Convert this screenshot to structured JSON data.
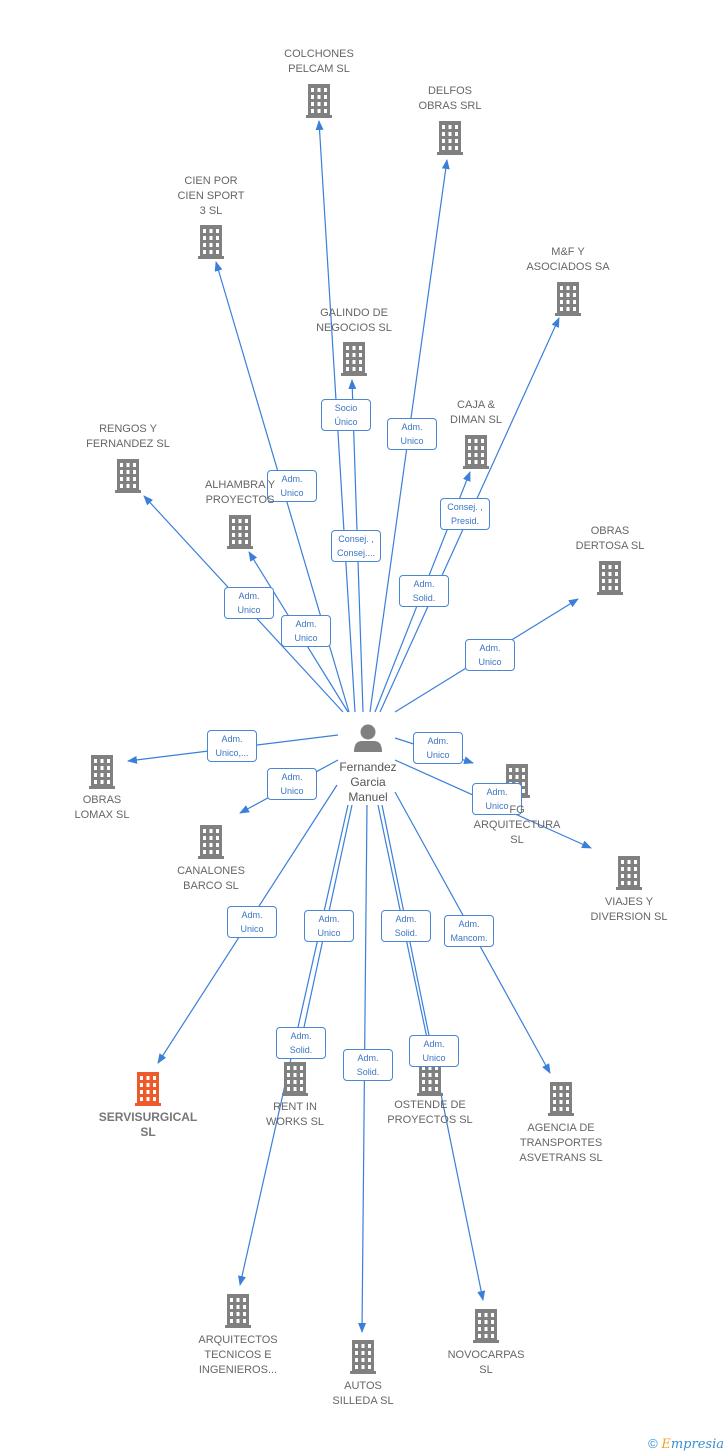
{
  "colors": {
    "edge": "#3b7fd8",
    "building": "#808080",
    "highlight": "#ee5a2a",
    "person": "#808080"
  },
  "person": {
    "name": "Fernandez\nGarcia\nManuel",
    "icon": "person-icon"
  },
  "companies": [
    {
      "id": "colchones",
      "name": "COLCHONES\nPELCAM SL"
    },
    {
      "id": "delfos",
      "name": "DELFOS\nOBRAS SRL"
    },
    {
      "id": "cien-por-cien",
      "name": "CIEN POR\nCIEN SPORT\n3 SL"
    },
    {
      "id": "mf-asociados",
      "name": "M&F Y\nASOCIADOS SA"
    },
    {
      "id": "galindo",
      "name": "GALINDO DE\nNEGOCIOS SL"
    },
    {
      "id": "caja-diman",
      "name": "CAJA &\nDIMAN  SL"
    },
    {
      "id": "rengos",
      "name": "RENGOS Y\nFERNANDEZ SL"
    },
    {
      "id": "alhambra",
      "name": "ALHAMBRA Y\nPROYECTOS"
    },
    {
      "id": "obras-dertosa",
      "name": "OBRAS\nDERTOSA SL"
    },
    {
      "id": "obras-lomax",
      "name": "OBRAS\nLOMAX  SL"
    },
    {
      "id": "fg-arquitectura",
      "name": "FG\nARQUITECTURA\nSL"
    },
    {
      "id": "canalones",
      "name": "CANALONES\nBARCO SL"
    },
    {
      "id": "viajes",
      "name": "VIAJES Y\nDIVERSION SL"
    },
    {
      "id": "servisurgical",
      "name": "SERVISURGICAL\nSL",
      "highlight": true
    },
    {
      "id": "rent-in-works",
      "name": "RENT IN\nWORKS  SL"
    },
    {
      "id": "ostende",
      "name": "OSTENDE DE\nPROYECTOS SL"
    },
    {
      "id": "agencia",
      "name": "AGENCIA DE\nTRANSPORTES\nASVETRANS  SL"
    },
    {
      "id": "arquitectos",
      "name": "ARQUITECTOS\nTECNICOS E\nINGENIEROS..."
    },
    {
      "id": "autos-silleda",
      "name": "AUTOS\nSILLEDA  SL"
    },
    {
      "id": "novocarpas",
      "name": "NOVOCARPAS\nSL"
    }
  ],
  "relations": [
    {
      "target": "colchones",
      "label": "Socio\nÚnico"
    },
    {
      "target": "delfos",
      "label": "Adm.\nUnico"
    },
    {
      "target": "cien-por-cien",
      "label": "Adm.\nUnico"
    },
    {
      "target": "mf-asociados",
      "label": "Consej. ,\nPresid."
    },
    {
      "target": "galindo",
      "label": "Consej. ,\nConsej...."
    },
    {
      "target": "caja-diman",
      "label": "Adm.\nSolid."
    },
    {
      "target": "rengos",
      "label": "Adm.\nUnico"
    },
    {
      "target": "alhambra",
      "label": "Adm.\nUnico"
    },
    {
      "target": "obras-dertosa",
      "label": "Adm.\nUnico"
    },
    {
      "target": "obras-lomax",
      "label": "Adm.\nUnico,..."
    },
    {
      "target": "fg-arquitectura",
      "label": "Adm.\nUnico"
    },
    {
      "target": "canalones",
      "label": "Adm.\nUnico"
    },
    {
      "target": "viajes",
      "label": "Adm.\nUnico"
    },
    {
      "target": "servisurgical",
      "label": "Adm.\nUnico"
    },
    {
      "target": "rent-in-works",
      "label": "Adm.\nSolid."
    },
    {
      "target": "arquitectos",
      "label": "Adm.\nUnico"
    },
    {
      "target": "autos-silleda",
      "label": "Adm.\nSolid."
    },
    {
      "target": "ostende",
      "label": "Adm.\nSolid."
    },
    {
      "target": "novocarpas",
      "label": "Adm.\nUnico"
    },
    {
      "target": "agencia",
      "label": "Adm.\nMancom."
    }
  ],
  "brand": {
    "copyright": "©",
    "name_initial": "E",
    "name_rest": "mpresia"
  }
}
